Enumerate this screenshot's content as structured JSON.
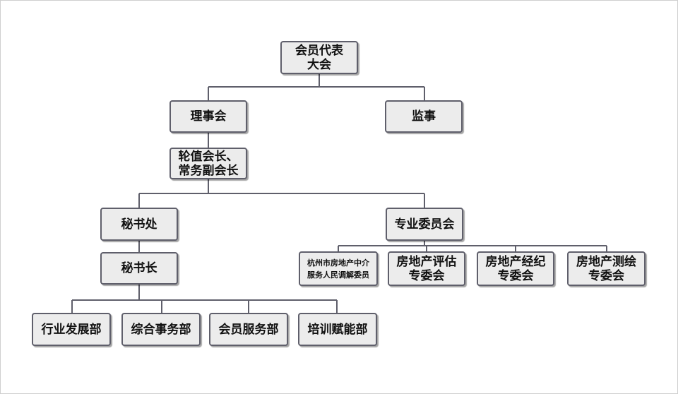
{
  "nodes": {
    "assembly": [
      "会员代表",
      "大会"
    ],
    "council": [
      "理事会"
    ],
    "supervisor": [
      "监事"
    ],
    "president": [
      "轮值会长、",
      "常务副会长"
    ],
    "secretariat": [
      "秘书处"
    ],
    "committee": [
      "专业委员会"
    ],
    "secretary_general": [
      "秘书长"
    ],
    "mediation": [
      "杭州市房地产中介",
      "服务人民调解委员"
    ],
    "appraisal": [
      "房地产评估",
      "专委会"
    ],
    "brokerage": [
      "房地产经纪",
      "专委会"
    ],
    "surveying": [
      "房地产测绘",
      "专委会"
    ],
    "industry_dev": [
      "行业发展部"
    ],
    "general_affairs": [
      "综合事务部"
    ],
    "member_services": [
      "会员服务部"
    ],
    "training": [
      "培训赋能部"
    ]
  },
  "colors": {
    "box_fill": "#ececec",
    "box_border": "#5f5f6b",
    "connector": "#5f5f6b"
  }
}
